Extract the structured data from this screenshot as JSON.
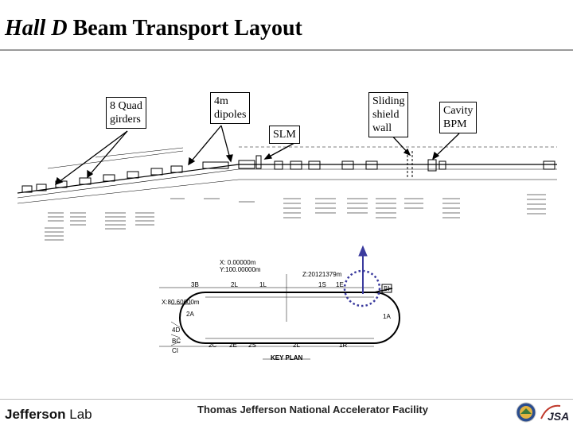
{
  "title": {
    "italic": "Hall D",
    "rest": " Beam Transport Layout"
  },
  "callouts": {
    "quad_girders": [
      "8 Quad",
      "girders"
    ],
    "dipoles": [
      "4m",
      "dipoles"
    ],
    "slm": "SLM",
    "shield_wall": [
      "Sliding",
      "shield",
      "wall"
    ],
    "cavity_bpm": [
      "Cavity",
      "BPM"
    ]
  },
  "layout_labels": {
    "coord_x": "X: 0.00000m",
    "coord_y": "Y:100.00000m",
    "coord_z": "Z:20121379m",
    "left_x": "X:80.60000m",
    "key_plan": "KEY PLAN",
    "top_row": [
      "3B",
      "2L",
      "1L",
      "1S",
      "1E"
    ],
    "bottom_row": [
      "2C",
      "2E",
      "2S",
      "2L",
      "1R"
    ],
    "left_side": [
      "2A",
      "4D",
      "BC",
      "CI"
    ],
    "right_side": "1A",
    "hall_box": "BH"
  },
  "footer": {
    "lab_prefix": "Jefferson",
    "lab_suffix": "Lab",
    "facility": "Thomas Jefferson National Accelerator Facility",
    "jsa": "JSA"
  },
  "colors": {
    "marker": "#3b3b9e",
    "accent_blue": "#1f4fa0"
  }
}
